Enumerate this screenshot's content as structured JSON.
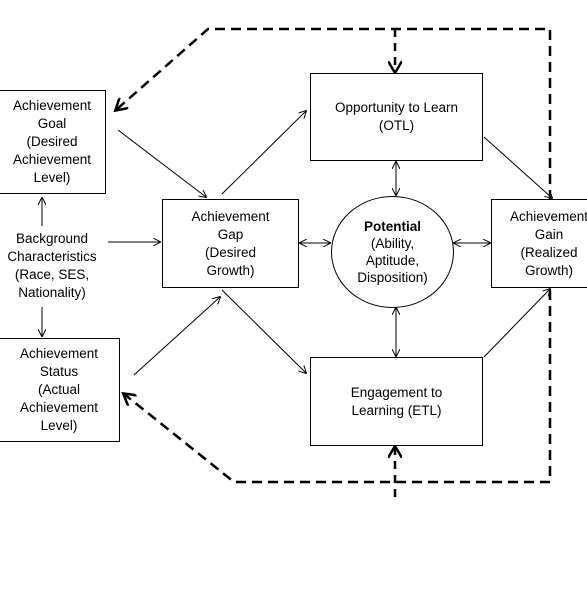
{
  "nodes": {
    "achievement_goal": "Achievement\nGoal\n(Desired\nAchievement\nLevel)",
    "background": "Background\nCharacteristics\n(Race, SES,\nNationality)",
    "achievement_status": "Achievement\nStatus\n(Actual\nAchievement\nLevel)",
    "achievement_gap": "Achievement\nGap\n(Desired\nGrowth)",
    "potential_title": "Potential",
    "potential_body": "(Ability,\nAptitude,\nDisposition)",
    "otl": "Opportunity to Learn\n(OTL)",
    "etl": "Engagement  to\nLearning (ETL)",
    "achievement_gain": "Achievement\nGain\n(Realized\nGrowth)"
  }
}
